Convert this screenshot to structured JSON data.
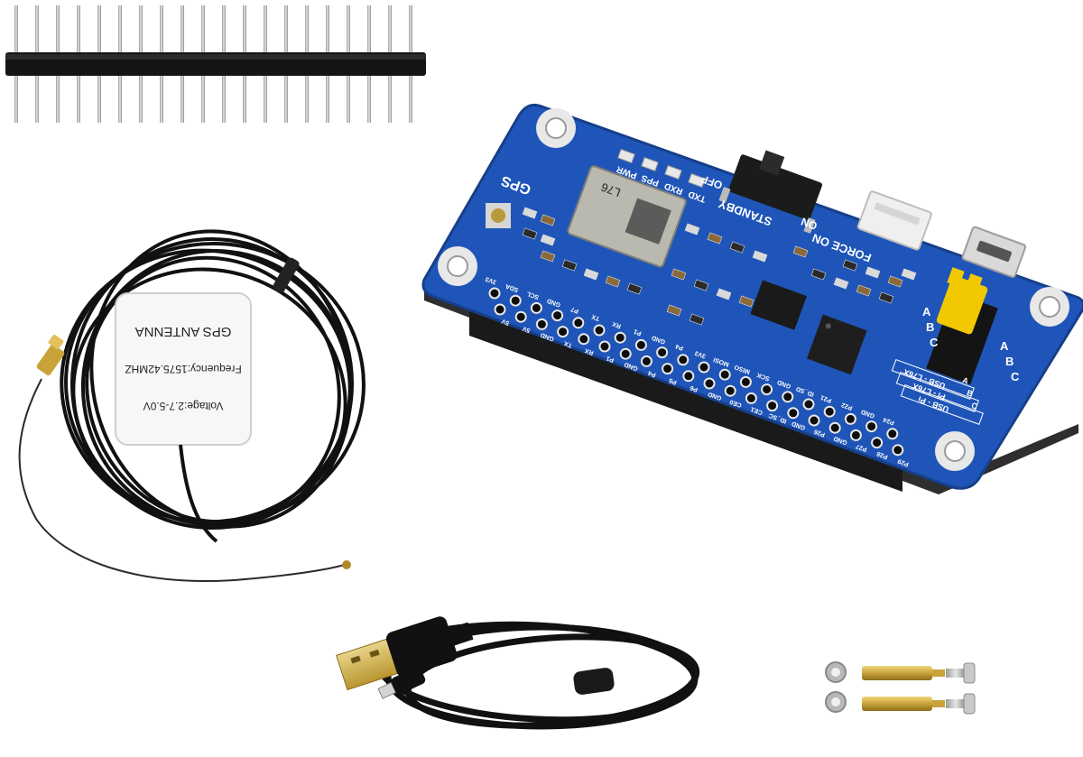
{
  "antenna": {
    "title": "GPS ANTENNA",
    "frequency": "Frequency:1575.42MHZ",
    "voltage": "Voltage:2.7-5.0V"
  },
  "board": {
    "gps_label": "GPS",
    "module_label": "L76",
    "leds": [
      "PWR",
      "PPS",
      "RXD",
      "TXD"
    ],
    "switch_label": "STANDBY",
    "switch_on": "ON",
    "switch_off": "OFF",
    "force_on": "FORCE ON",
    "jumper_rows": [
      "A",
      "B",
      "C"
    ],
    "jumper_table": [
      {
        "text": "USB - L76X",
        "key": "A"
      },
      {
        "text": "Pi - L76X",
        "key": "B"
      },
      {
        "text": "USB - Pi",
        "key": "C"
      }
    ],
    "pin_labels_top": [
      "3V3",
      "SDA",
      "SCL",
      "GND",
      "P7",
      "TX",
      "RX",
      "P1",
      "GND",
      "P4",
      "3V3",
      "MOSI",
      "MISO",
      "SCK",
      "GND",
      "ID_SD",
      "P21",
      "P22",
      "GND",
      "P24"
    ],
    "pin_labels_bottom": [
      "5V",
      "5V",
      "GND",
      "TX",
      "RX",
      "P1",
      "GND",
      "P4",
      "P5",
      "P6",
      "GND",
      "CE0",
      "CE1",
      "ID_SC",
      "GND",
      "P26",
      "GND",
      "P27",
      "P28",
      "P29"
    ]
  },
  "colors": {
    "pcb_blue": "#1f55b8",
    "pcb_edge": "#163f8a",
    "cable_black": "#111111",
    "jumper_yellow": "#f2c800",
    "brass": "#c9a23a",
    "gold": "#d4b04c"
  }
}
